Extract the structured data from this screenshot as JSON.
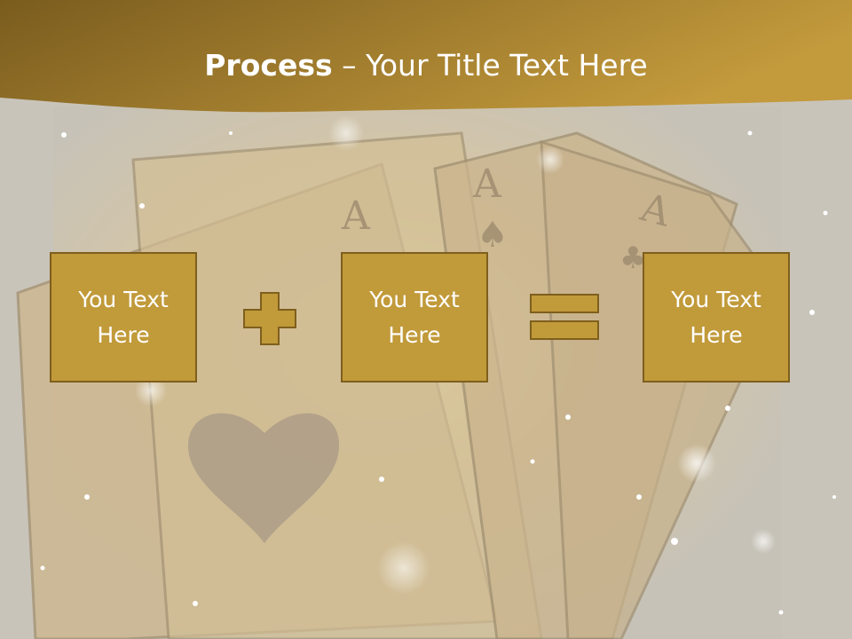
{
  "slide": {
    "title_bold": "Process",
    "title_rest": " – Your Title Text Here",
    "boxes": [
      {
        "text": "You Text Here"
      },
      {
        "text": "You Text Here"
      },
      {
        "text": "You Text Here"
      }
    ],
    "operators": [
      "plus-icon",
      "equals-icon"
    ],
    "colors": {
      "header_dark": "#7a5c1e",
      "header_light": "#c39a3c",
      "box_fill": "#c19a3a",
      "box_border": "#7f5f1d",
      "background": "#c9c4b9",
      "text": "#ffffff"
    }
  }
}
